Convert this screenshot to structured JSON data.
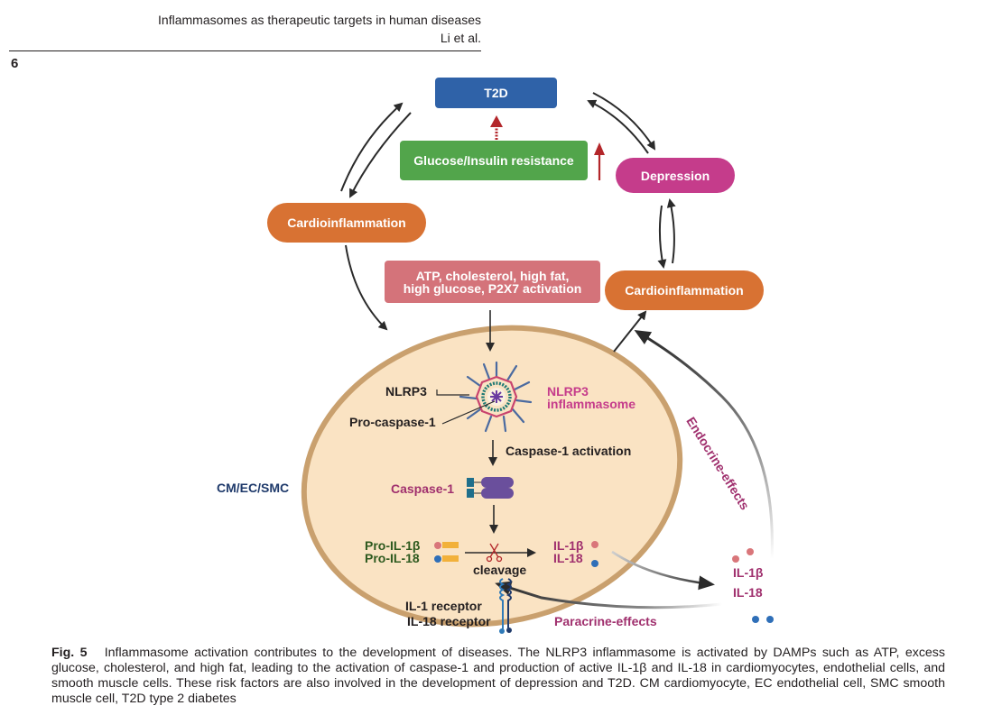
{
  "header": {
    "running_title": "Inflammasomes as therapeutic targets in human diseases",
    "authors": "Li et al.",
    "page_number": "6"
  },
  "figure": {
    "boxes": {
      "t2d": "T2D",
      "glucose_insulin": "Glucose/Insulin resistance",
      "depression": "Depression",
      "cardio_left": "Cardioinflammation",
      "cardio_right": "Cardioinflammation",
      "risk_line1": "ATP, cholesterol, high fat,",
      "risk_line2": "high glucose, P2X7 activation"
    },
    "labels": {
      "cell_type": "CM/EC/SMC",
      "nlrp3": "NLRP3",
      "pro_caspase": "Pro-caspase-1",
      "inflammasome_line1": "NLRP3",
      "inflammasome_line2": "inflammasome",
      "caspase_activation": "Caspase-1 activation",
      "caspase1": "Caspase-1",
      "pro_il1b": "Pro-IL-1β",
      "pro_il18": "Pro-IL-18",
      "cleavage": "cleavage",
      "il1b_in": "IL-1β",
      "il18_in": "IL-18",
      "il1b_out": "IL-1β",
      "il18_out": "IL-18",
      "il1_receptor": "IL-1 receptor",
      "il18_receptor": "IL-18 receptor",
      "paracrine": "Paracrine-effects",
      "endocrine": "Endocrine-effects"
    },
    "colors": {
      "t2d": "#2f62a8",
      "glucose": "#52a54b",
      "depression": "#c53c8b",
      "cardio": "#d87233",
      "risk": "#d4737a",
      "cell_fill": "#fae3c3",
      "cell_border": "#c9a06e",
      "magenta_text": "#a0306e",
      "dark_green_text": "#2e5a1f",
      "navy_text": "#1f3a6b",
      "red_arrow": "#b3262a",
      "il1b_dot": "#d9767a",
      "il18_dot": "#2f6fb8"
    }
  },
  "caption": {
    "label": "Fig. 5",
    "text": "Inflammasome activation contributes to the development of diseases. The NLRP3 inflammasome is activated by DAMPs such as ATP, excess glucose, cholesterol, and high fat, leading to the activation of caspase-1 and production of active IL-1β and IL-18 in cardiomyocytes, endothelial cells, and smooth muscle cells. These risk factors are also involved in the development of depression and T2D. CM cardiomyocyte, EC endothelial cell, SMC smooth muscle cell, T2D type 2 diabetes"
  }
}
